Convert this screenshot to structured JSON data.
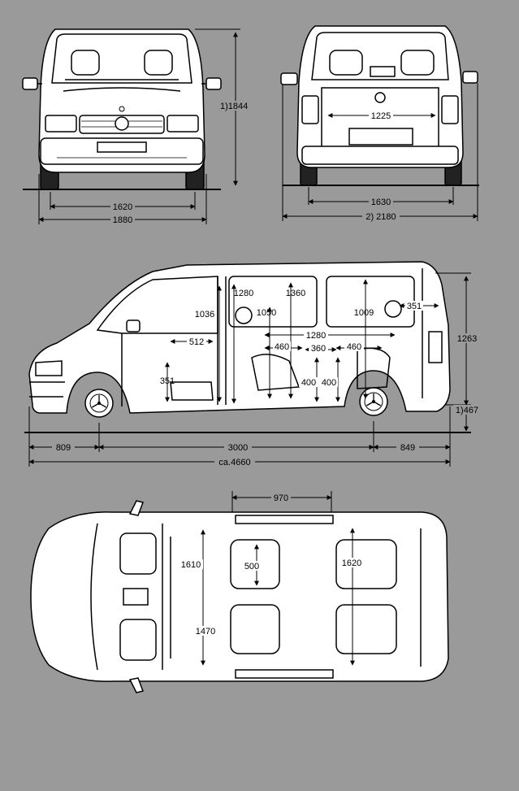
{
  "palette": {
    "background": "#9a9a9a",
    "body": "#ffffff",
    "line": "#000000"
  },
  "front_view": {
    "height_label": "1)1844",
    "track_label": "1620",
    "width_label": "1880"
  },
  "rear_view": {
    "inner_width_label": "1225",
    "track_label": "1630",
    "width_label": "2) 2180"
  },
  "side_view": {
    "labels": {
      "front_headroom": "1036",
      "front_roof": "1280",
      "mid_roof": "1360",
      "mid_headroom": "1050",
      "rear_headroom": "1009",
      "rear_seat_depth": "351",
      "seat_depth_front": "512",
      "seat_rows_span": "1280",
      "seat_460_a": "460",
      "seat_360": "360",
      "seat_460_b": "460",
      "front_seat_height": "351",
      "mid_seat_height": "400",
      "rear_seat_height": "400",
      "body_height": "1263",
      "ground_clearance": "1)467",
      "front_overhang": "809",
      "wheelbase": "3000",
      "rear_overhang": "849",
      "overall_length": "ca.4660"
    }
  },
  "top_view": {
    "labels": {
      "roof_opening": "970",
      "front_seat_width": "1610",
      "aisle_width": "500",
      "rear_bench_width": "1620",
      "front_floor_width": "1470"
    }
  }
}
